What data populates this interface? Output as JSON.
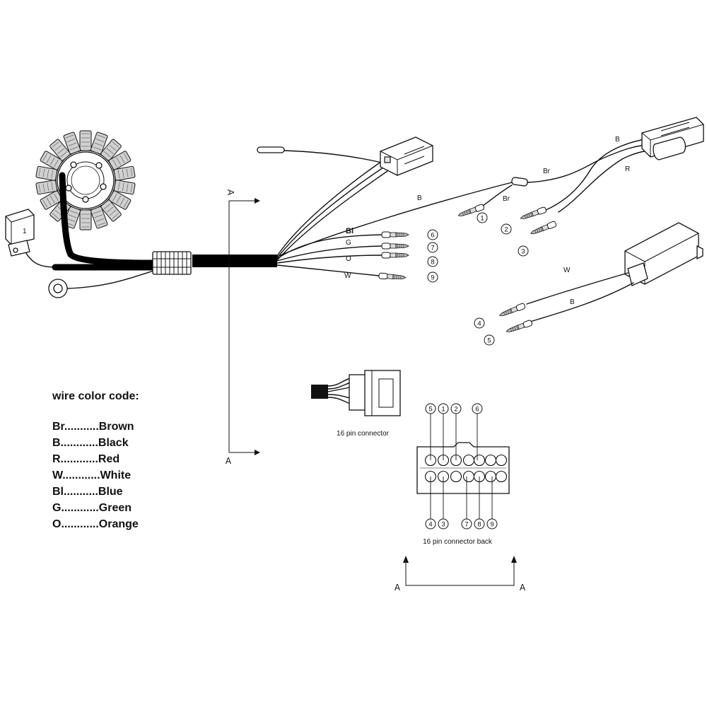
{
  "wire_labels": {
    "br_top": "Br",
    "b_top": "B",
    "r_top": "R",
    "b_main": "B",
    "br_mid": "Br",
    "bl": "Bl",
    "g": "G",
    "o": "O",
    "w_left": "W",
    "w_right": "W",
    "b_right": "B"
  },
  "terminals": [
    "1",
    "2",
    "3",
    "4",
    "5",
    "6",
    "7",
    "8",
    "9"
  ],
  "section_marks": {
    "a1": "A",
    "a2": "A",
    "a3": "A",
    "a4": "A"
  },
  "connector": {
    "caption": "16 pin connector",
    "back_caption": "16 pin connector back",
    "top_pins": [
      "5",
      "1",
      "2",
      "6"
    ],
    "bottom_pins": [
      "4",
      "3",
      "7",
      "8",
      "9"
    ]
  },
  "legend": {
    "title": "wire color code:",
    "entries": [
      "Br...........Brown",
      "B............Black",
      "R............Red",
      "W............White",
      "Bl...........Blue",
      "G............Green",
      "O............Orange"
    ]
  }
}
